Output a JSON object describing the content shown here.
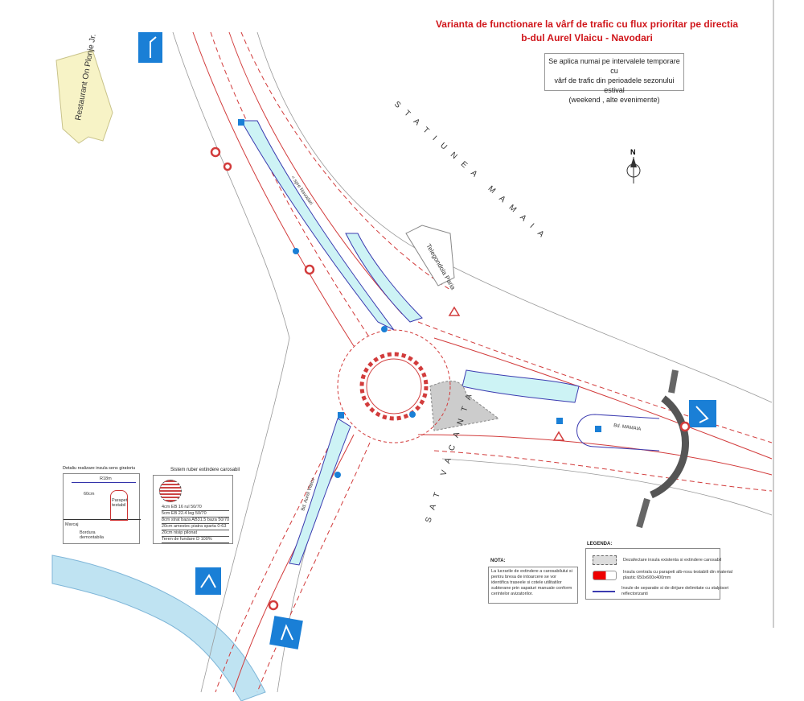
{
  "title": {
    "line1": "Varianta de functionare la vârf de trafic cu flux prioritar pe directia",
    "line2": "b-dul Aurel Vlaicu - Navodari"
  },
  "applicability_note": {
    "line1": "Se aplica numai pe intervalele temporare cu",
    "line2": "vârf  de trafic din perioadele sezonului estival",
    "line3": "(weekend , alte evenimente)"
  },
  "map_labels": {
    "restaurant": "Restaurant On Plonje Jr.",
    "statiunea": "STATIUNEA MAMAIA",
    "sat_vacanta": "SAT VACANTA",
    "telegondola": "Telegondola Paria",
    "sos_navodari": "< spre Navodari",
    "bd_mamaia": "Bd. MAMAIA",
    "bd_aurel_vlaicu": "Bd. Aurel Vlaicu",
    "north": "N"
  },
  "detail_island": {
    "title": "Detaliu realizare insula sens giratoriu",
    "r_label": "R18m",
    "width_label": "60cm",
    "parapet": "Parapet testabil",
    "marcaj": "Marcaj",
    "bordura": "Bordura demontabila"
  },
  "detail_ruber": {
    "title": "Sistem ruber extindere carosabil",
    "layers": [
      "4cm EB 16 rul 50/70",
      "5cm EB 22.4 leg 50/70",
      "8cm strat baza AB31.5 baza 50/70",
      "20cm amestec piatra sparta 0-63",
      "20cm nisip pilonat",
      "Teren de fundare D 100%"
    ]
  },
  "nota": {
    "title": "NOTA:",
    "text": "La lucrarile de extindere a carosabilului si pentru bresa de intoarcere se vor identifica traseele si cotele utilitatilor subterane prin sapaturi manuale conform cerintelor avizatorilor."
  },
  "legend": {
    "title": "LEGENDA:",
    "items": [
      {
        "icon": "dashed-grey-area",
        "text": "Dezafectare insula existenta si extindere carosabil"
      },
      {
        "icon": "red-white-parapet",
        "text": "Insula centrala cu parapeti alb-rosu testabili din material plastic 650x600x400mm"
      },
      {
        "icon": "blue-line",
        "text": "Insule de separatie si de dirijare delimitate cu stalpisori reflectorizanti"
      }
    ]
  },
  "colors": {
    "title": "#d0161b",
    "road_edge": "#d23c3c",
    "island": "#cdf3f5",
    "separator": "#3b3bb0",
    "restaurant": "#f7f3c6",
    "river": "#bfe3f2",
    "sign_blue": "#1a7fd6"
  }
}
